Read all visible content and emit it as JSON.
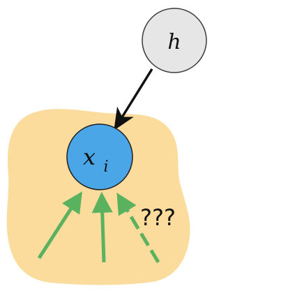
{
  "nodes": {
    "h": {
      "label": "h",
      "fill": "#e6e6e6",
      "stroke": "#3a3a3a"
    },
    "x": {
      "label": "x",
      "subscript": "i",
      "fill": "#4aa6e6",
      "stroke": "#1e1e1e"
    }
  },
  "region": {
    "fill": "#fbdc9c"
  },
  "edges": {
    "h_to_x": {
      "color": "#111111",
      "style": "solid"
    },
    "inputs": [
      {
        "color": "#5bb25e",
        "style": "solid"
      },
      {
        "color": "#5bb25e",
        "style": "solid"
      },
      {
        "color": "#5bb25e",
        "style": "dashed"
      }
    ]
  },
  "annotation": {
    "text": "???"
  }
}
